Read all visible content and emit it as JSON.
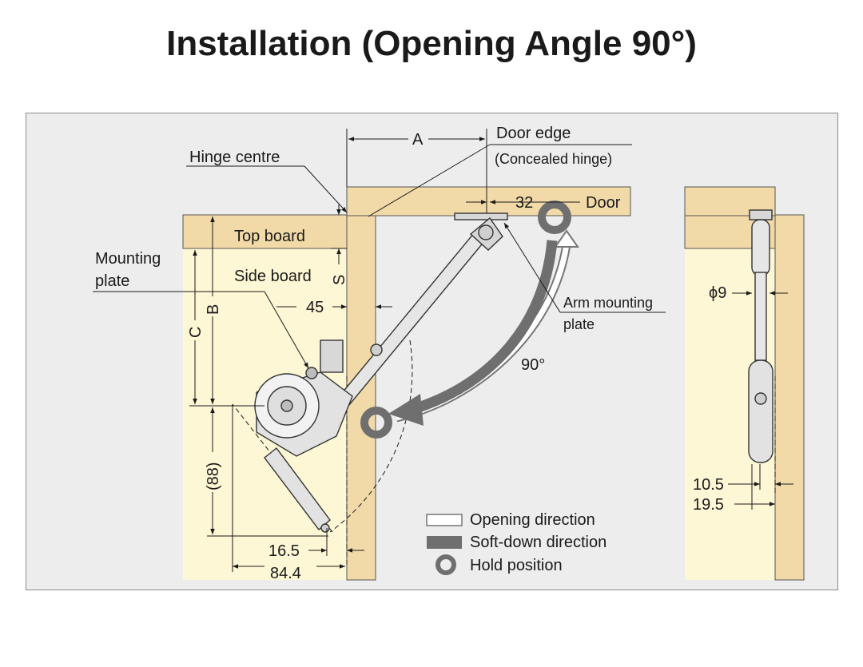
{
  "title": "Installation (Opening Angle 90°)",
  "labels": {
    "hinge_centre": "Hinge centre",
    "door_edge": "Door edge",
    "concealed_hinge": "(Concealed hinge)",
    "top_board": "Top board",
    "mounting_plate_1": "Mounting",
    "mounting_plate_2": "plate",
    "side_board": "Side board",
    "door": "Door",
    "arm_mounting_1": "Arm mounting",
    "arm_mounting_2": "plate",
    "angle": "90°"
  },
  "dimensions": {
    "A": "A",
    "d32": "32",
    "S": "S",
    "B": "B",
    "C": "C",
    "d45": "45",
    "d88": "(88)",
    "d16_5": "16.5",
    "d84_4": "84.4",
    "phi9": "ϕ9",
    "d10_5": "10.5",
    "d19_5": "19.5"
  },
  "legend": [
    {
      "label": "Opening direction"
    },
    {
      "label": "Soft-down direction"
    },
    {
      "label": "Hold position"
    }
  ],
  "colors": {
    "board_fill": "#f2d9a8",
    "cabinet_inside": "#fdf7d5",
    "background": "#ededed",
    "mechanism": "#e4e4e4",
    "soft_down_arrow": "#6f6f6f"
  }
}
